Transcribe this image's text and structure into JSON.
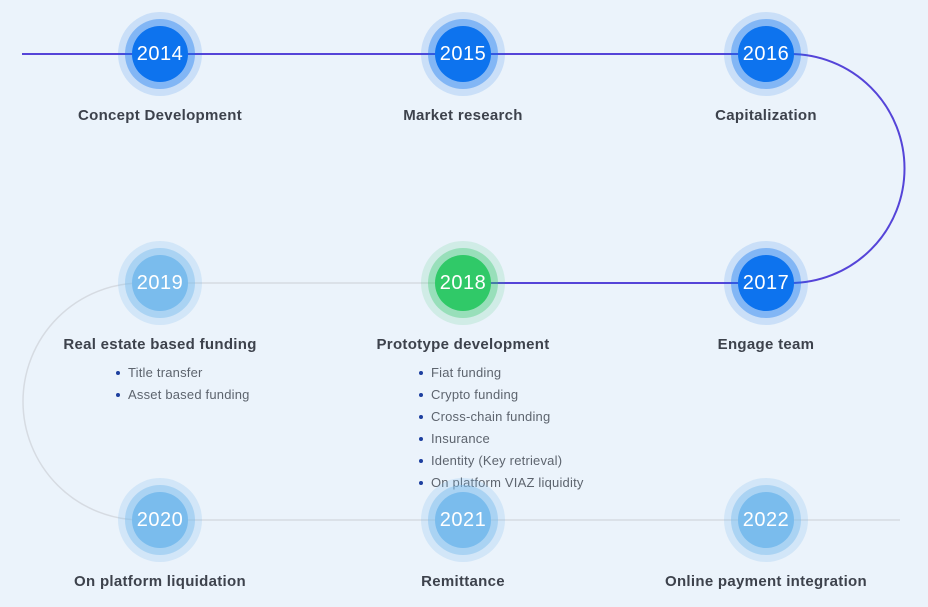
{
  "diagram": {
    "type": "timeline-roadmap",
    "background": "#ebf3fb",
    "path_colors": {
      "primary": "#5544d8",
      "secondary": "#d6dbe2"
    },
    "node_colors": {
      "blue": "#0d73ee",
      "green": "#30c968",
      "lightblue": "#7abced"
    },
    "nodes": [
      {
        "year": "2014",
        "label": "Concept Development",
        "color": "blue",
        "row": 0,
        "col": 0,
        "bullets": []
      },
      {
        "year": "2015",
        "label": "Market research",
        "color": "blue",
        "row": 0,
        "col": 1,
        "bullets": []
      },
      {
        "year": "2016",
        "label": "Capitalization",
        "color": "blue",
        "row": 0,
        "col": 2,
        "bullets": []
      },
      {
        "year": "2017",
        "label": "Engage team",
        "color": "blue",
        "row": 1,
        "col": 2,
        "bullets": []
      },
      {
        "year": "2018",
        "label": "Prototype development",
        "color": "green",
        "row": 1,
        "col": 1,
        "bullets": [
          "Fiat funding",
          "Crypto funding",
          "Cross-chain funding",
          "Insurance",
          "Identity (Key retrieval)",
          "On platform VIAZ liquidity"
        ]
      },
      {
        "year": "2019",
        "label": "Real estate based funding",
        "color": "lightblue",
        "row": 1,
        "col": 0,
        "bullets": [
          "Title transfer",
          "Asset based funding"
        ]
      },
      {
        "year": "2020",
        "label": "On platform liquidation",
        "color": "lightblue",
        "row": 2,
        "col": 0,
        "bullets": []
      },
      {
        "year": "2021",
        "label": "Remittance",
        "color": "lightblue",
        "row": 2,
        "col": 1,
        "bullets": []
      },
      {
        "year": "2022",
        "label": "Online payment integration",
        "color": "lightblue",
        "row": 2,
        "col": 2,
        "bullets": []
      }
    ]
  }
}
